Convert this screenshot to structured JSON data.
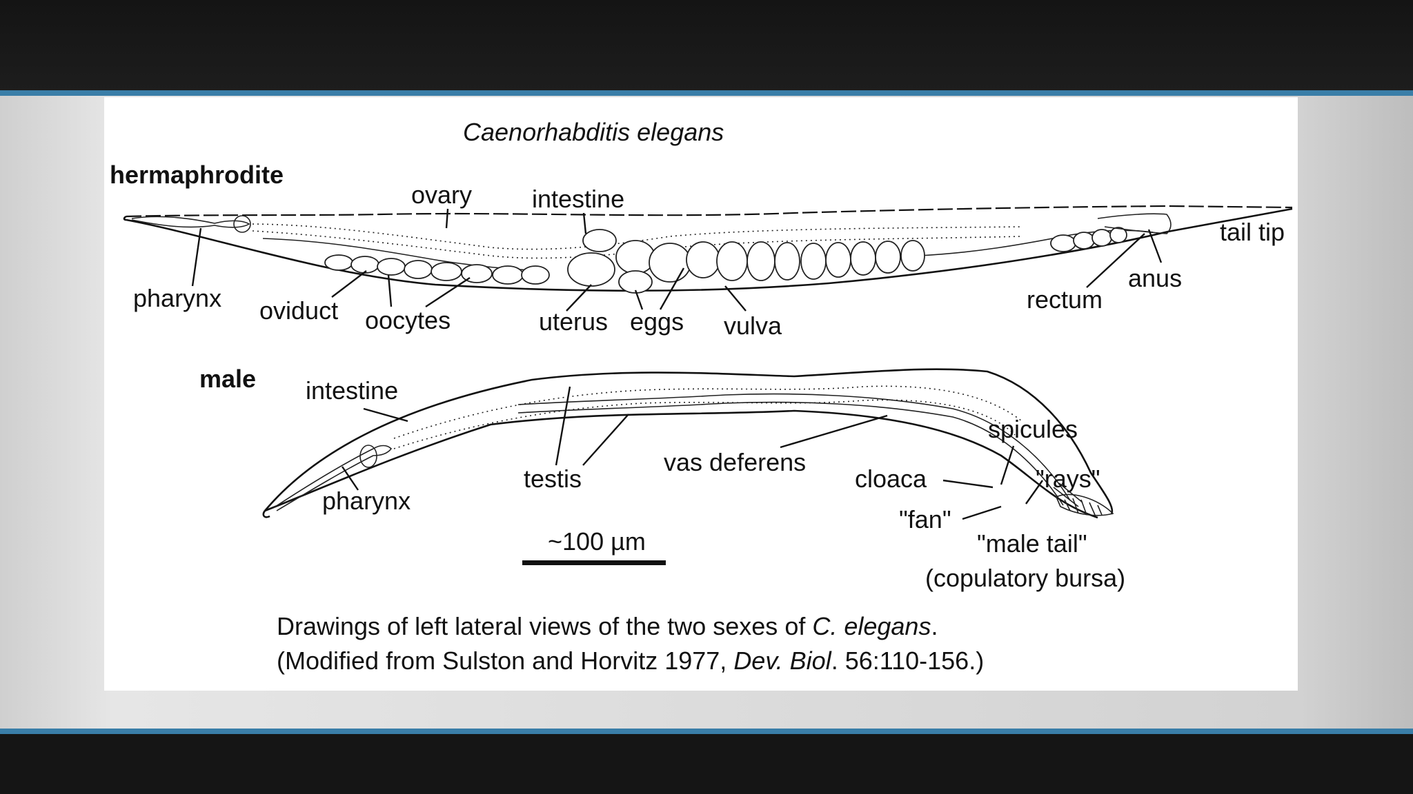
{
  "title": "Caenorhabditis elegans",
  "hermaphrodite": {
    "heading": "hermaphrodite",
    "labels": {
      "ovary": "ovary",
      "intestine": "intestine",
      "tail_tip": "tail tip",
      "pharynx": "pharynx",
      "oviduct": "oviduct",
      "oocytes": "oocytes",
      "uterus": "uterus",
      "eggs": "eggs",
      "vulva": "vulva",
      "rectum": "rectum",
      "anus": "anus"
    }
  },
  "male": {
    "heading": "male",
    "labels": {
      "intestine": "intestine",
      "pharynx": "pharynx",
      "testis": "testis",
      "vas_deferens": "vas deferens",
      "spicules": "spicules",
      "cloaca": "cloaca",
      "rays": "\"rays\"",
      "fan": "\"fan\"",
      "male_tail": "\"male tail\"",
      "copulatory_bursa": "(copulatory bursa)"
    }
  },
  "scale_bar": {
    "label": "~100 µm"
  },
  "caption": {
    "line1_pre": "Drawings of left lateral views of the two sexes of ",
    "line1_species": "C. elegans",
    "line1_post": ".",
    "line2_pre": "(Modified from Sulston and Horvitz 1977, ",
    "line2_journal": "Dev. Biol",
    "line2_post": ". 56:110-156.)"
  }
}
